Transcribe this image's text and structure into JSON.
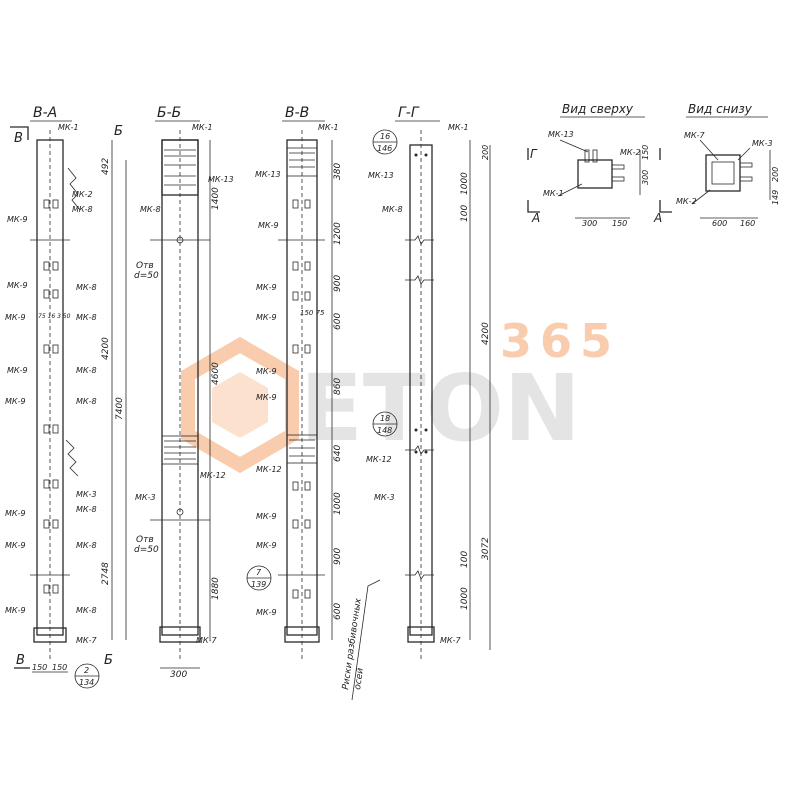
{
  "sections": {
    "aa": "В-А",
    "bb": "Б-Б",
    "vv": "В-В",
    "gg": "Г-Г",
    "top_view": "Вид сверху",
    "bottom_view": "Вид снизу"
  },
  "cut_markers": {
    "v": "В",
    "b": "Б",
    "g": "Г",
    "a": "А"
  },
  "parts": {
    "mk1": "МК-1",
    "mk2": "МК-2",
    "mk3": "МК-3",
    "mk7": "МК-7",
    "mk8": "МК-8",
    "mk9": "МК-9",
    "mk12": "МК-12",
    "mk13": "МК-13"
  },
  "notes": {
    "otv1": "Отв",
    "otv1_d": "d=50",
    "axis_note_1": "Риски разбивочных",
    "axis_note_2": "осей"
  },
  "callouts": {
    "c16": {
      "top": "16",
      "bottom": "146"
    },
    "c18": {
      "top": "18",
      "bottom": "148"
    },
    "c7": {
      "top": "7",
      "bottom": "139"
    },
    "c2": {
      "top": "2",
      "bottom": "134"
    }
  },
  "dims": {
    "d492": "492",
    "d4200": "4200",
    "d7400": "7400",
    "d2748": "2748",
    "d1400": "1400",
    "d4600": "4600",
    "d1880": "1880",
    "d300": "300",
    "d150a": "150",
    "d150b": "150",
    "v380": "380",
    "v1200": "1200",
    "v900a": "900",
    "v600a": "600",
    "v860": "860",
    "v640": "640",
    "v1000": "1000",
    "v900b": "900",
    "v600b": "600",
    "v150": "150",
    "v75": "75",
    "g1000a": "1000",
    "g100a": "100",
    "g4200": "4200",
    "g100b": "100",
    "g1000b": "1000",
    "g3072": "3072",
    "g200": "200",
    "top300": "300",
    "top150": "150",
    "top300v": "300",
    "top150v": "150",
    "bot600": "600",
    "bot160": "160",
    "bot200": "200",
    "bot149": "149",
    "s75": "75",
    "s16": "16",
    "s3": "3",
    "s50": "50"
  },
  "watermark": {
    "digits": "365",
    "word": "ETON"
  },
  "colors": {
    "ink": "#2a2a2a",
    "watermark_orange": "#f4a36a",
    "watermark_grey": "#d9d9d9"
  }
}
